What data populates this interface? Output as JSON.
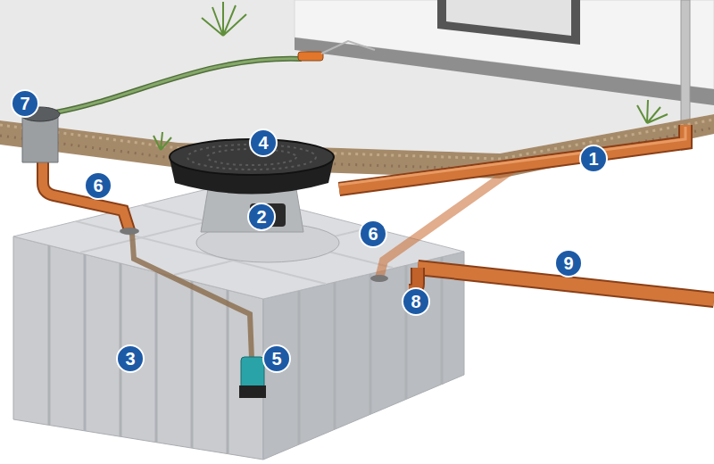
{
  "diagram": {
    "labels": [
      "7",
      "4",
      "1",
      "6",
      "2",
      "6",
      "9",
      "8",
      "3",
      "5"
    ]
  }
}
